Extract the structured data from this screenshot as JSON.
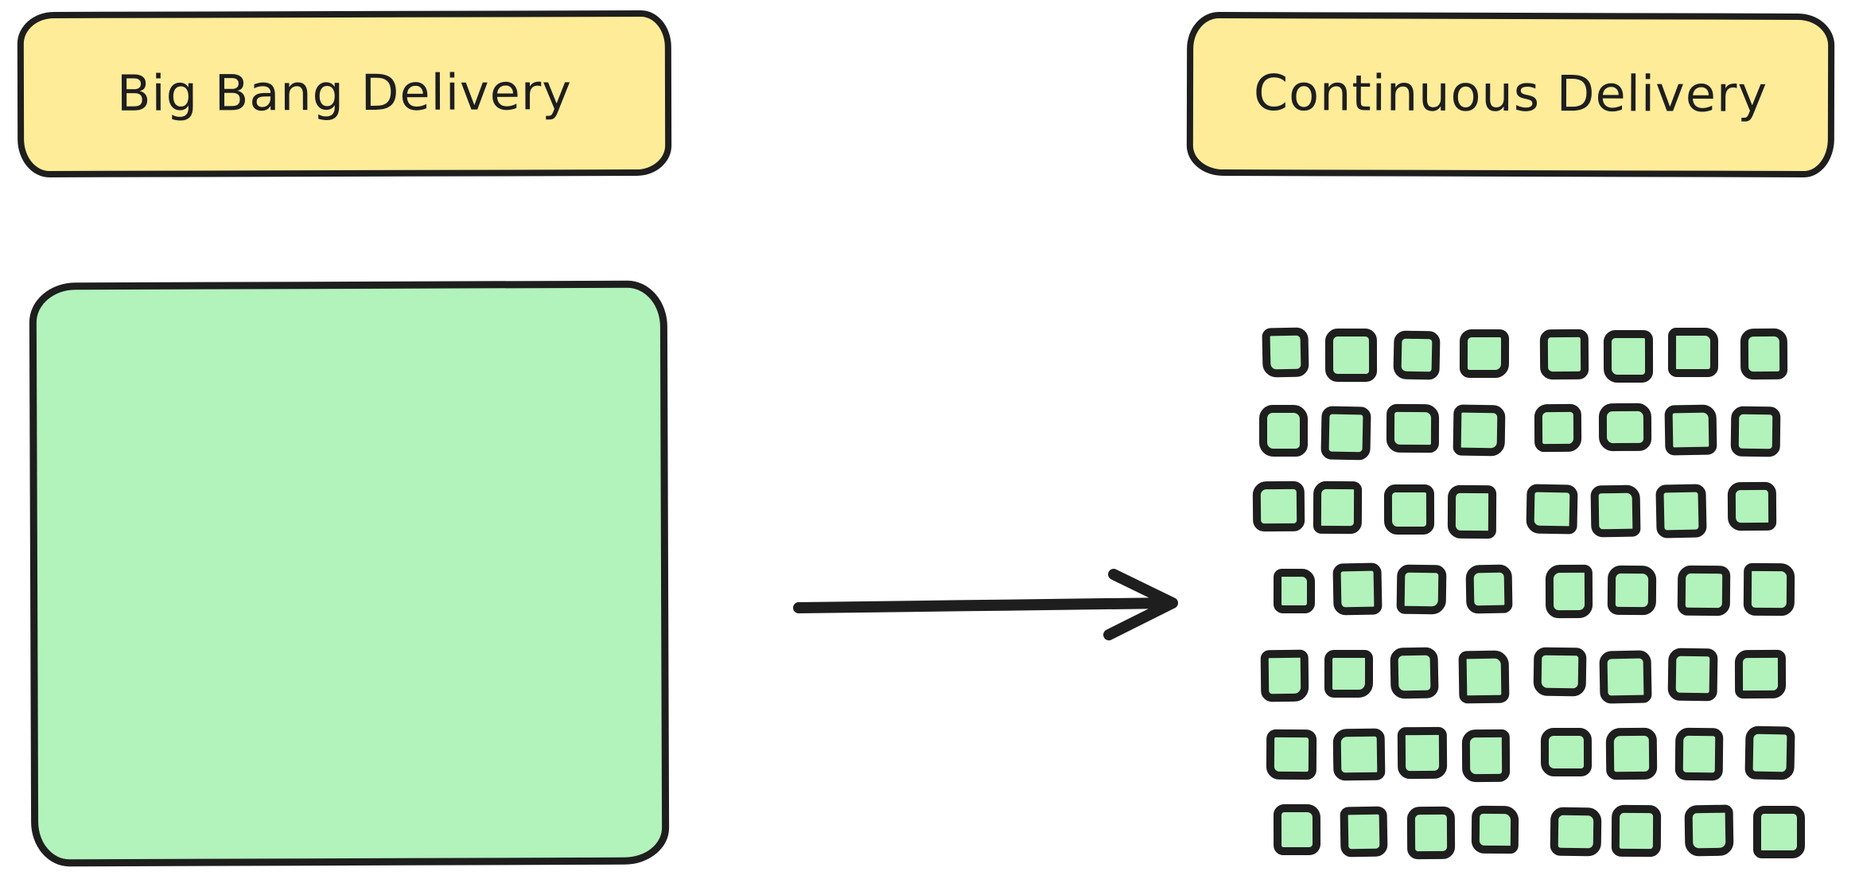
{
  "left_panel": {
    "label": "Big Bang Delivery",
    "block_count": 1
  },
  "right_panel": {
    "label": "Continuous Delivery",
    "release_grid": {
      "rows": 7,
      "columns": 8,
      "total_squares": 56
    }
  },
  "arrow": {
    "direction": "left-to-right"
  },
  "colors": {
    "note_fill": "#ffec99",
    "release_fill": "#b2f2bb",
    "stroke": "#1e1e1e",
    "background": "#ffffff"
  }
}
